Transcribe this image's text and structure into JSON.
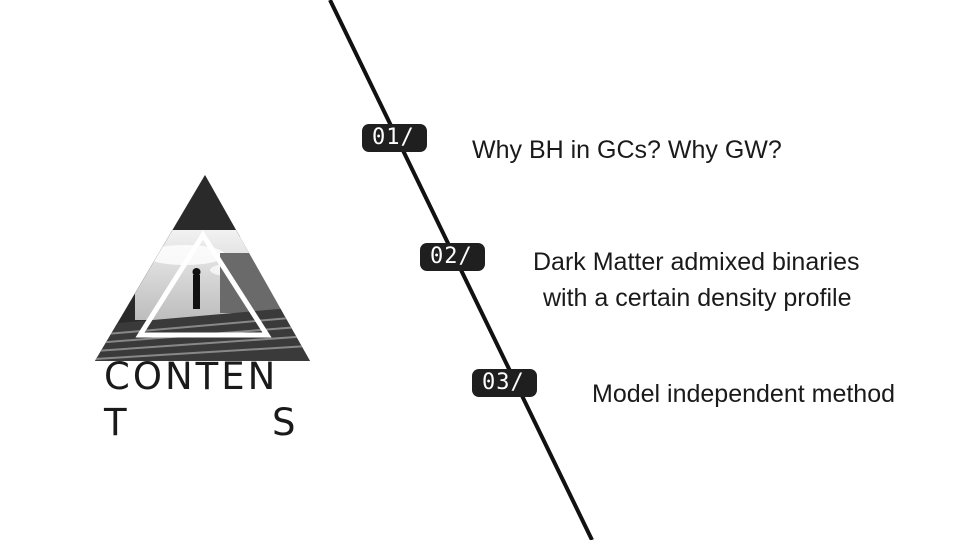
{
  "title": {
    "line1": "CONTEN",
    "line2_left": "T",
    "line2_right": "S"
  },
  "items": [
    {
      "number": "01/",
      "text": [
        "Why BH in GCs? Why GW?"
      ]
    },
    {
      "number": "02/",
      "text": [
        "Dark Matter admixed binaries",
        "with a certain density profile"
      ]
    },
    {
      "number": "03/",
      "text": [
        "Model independent method"
      ]
    }
  ],
  "colors": {
    "line": "#111111",
    "badge": "#1f1f1f",
    "text": "#1a1a1a"
  },
  "icons": [
    "triangle-photo-logo"
  ]
}
